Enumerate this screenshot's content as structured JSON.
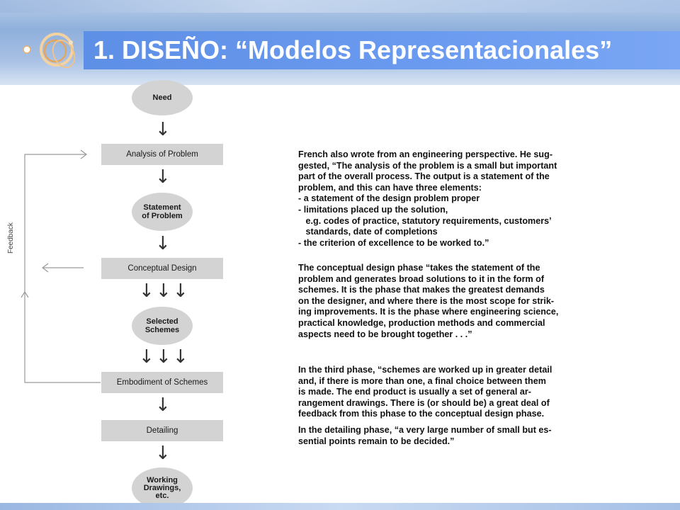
{
  "header": {
    "title": "1. DISEÑO: “Modelos Representacionales”"
  },
  "flowchart": {
    "nodes": [
      {
        "label": "Need",
        "shape": "circle"
      },
      {
        "label": "Analysis of Problem",
        "shape": "box"
      },
      {
        "label": "Statement\nof Problem",
        "shape": "circle"
      },
      {
        "label": "Conceptual Design",
        "shape": "box"
      },
      {
        "label": "Selected\nSchemes",
        "shape": "circle"
      },
      {
        "label": "Embodiment of Schemes",
        "shape": "box"
      },
      {
        "label": "Detailing",
        "shape": "box"
      },
      {
        "label": "Working\nDrawings,\netc.",
        "shape": "circle"
      }
    ],
    "feedback_label": "Feedback",
    "colors": {
      "node_fill": "#d3d3d3",
      "line": "#9a9a9a"
    }
  },
  "descriptions": [
    "French also wrote from an engineering perspective. He sug-\ngested, “The analysis of the problem is a small but important\npart of the overall process. The output is a statement of the\nproblem, and this can have three elements:\n- a statement of the design problem proper\n- limitations placed up the solution,\n   e.g. codes of practice, statutory requirements, customers’\n   standards, date of completions\n- the criterion of excellence to be worked to.”",
    "The conceptual design phase “takes the statement of the\nproblem and generates broad solutions to it in the form of\nschemes. It is the phase that makes the greatest demands\non the designer, and where there is the most scope for strik-\ning improvements. It is the phase where engineering science,\npractical knowledge, production methods and commercial\naspects need to be brought together . . .”",
    "In the third phase, “schemes are worked up in greater detail\nand, if there is more than one, a final choice between them\nis made. The end product is usually a set of general ar-\nrangement drawings. There is (or should be) a great deal of\nfeedback from this phase to the conceptual design phase.",
    "In the detailing phase, “a very large number of small but es-\nsential points remain to be decided.”"
  ]
}
